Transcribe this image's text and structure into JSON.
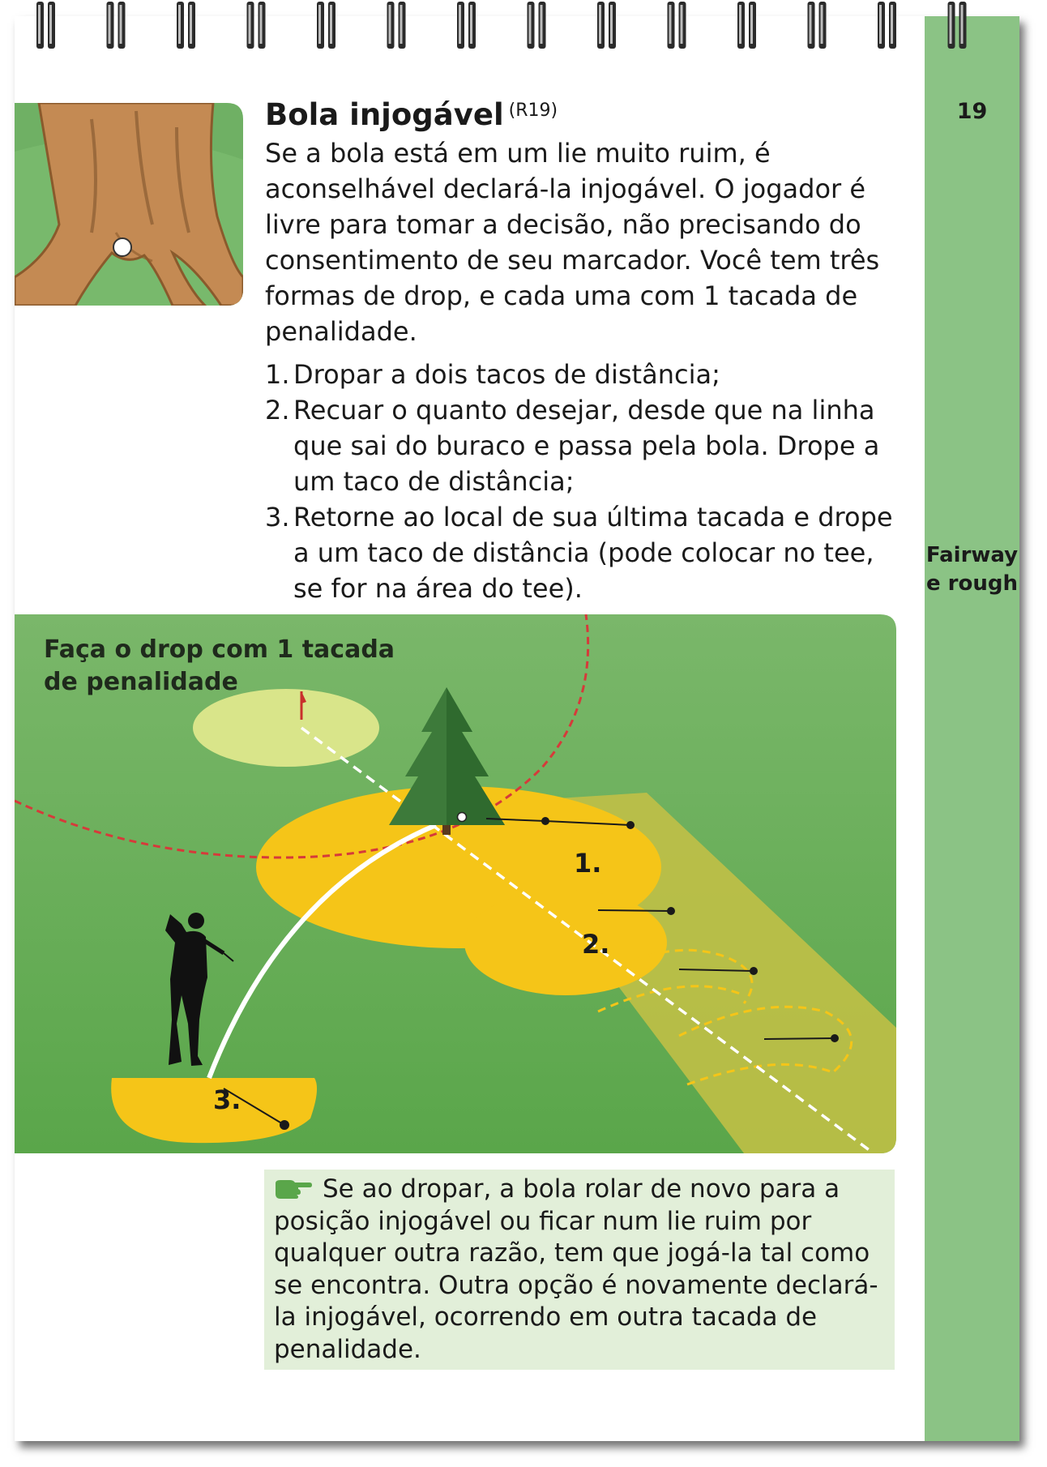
{
  "page": {
    "number": "19",
    "section_tab": [
      "Fairway",
      "e rough"
    ]
  },
  "rule": {
    "title": "Bola injogável",
    "reference": "(R19)",
    "intro": "Se a bola está em um lie muito ruim, é aconselhável declará-la injogável. O jogador é livre para tomar a decisão, não precisando do consentimento de seu marcador. Você tem três formas de drop, e cada uma com 1 tacada de penalidade.",
    "options": [
      {
        "number": "1.",
        "text": "Dropar a dois tacos de distância;"
      },
      {
        "number": "2.",
        "text": "Recuar o quanto desejar, desde que na linha que sai do buraco e passa pela bola. Drope a um taco de distância;"
      },
      {
        "number": "3.",
        "text": "Retorne ao local de sua última tacada e drope a um taco de distância (pode colocar no tee, se for na área do tee)."
      }
    ]
  },
  "illustration": {
    "caption": "Faça o drop com 1 tacada de penalidade",
    "zone_labels": [
      "1.",
      "2.",
      "3."
    ]
  },
  "note": {
    "icon": "pointing-hand-icon",
    "text": "Se ao dropar, a bola rolar de novo para a posição injogável ou ficar num lie ruim por qualquer outra razão, tem que jogá-la tal como se encontra. Outra opção é novamente declará-la injogável, ocorrendo em outra tacada de penalidade."
  },
  "colors": {
    "sidebar": "#8bc385",
    "fairway": "#6fb064",
    "drop_zone": "#f5c518",
    "note_background": "#e2efd9",
    "boundary_dashes": "#d63a3a"
  }
}
